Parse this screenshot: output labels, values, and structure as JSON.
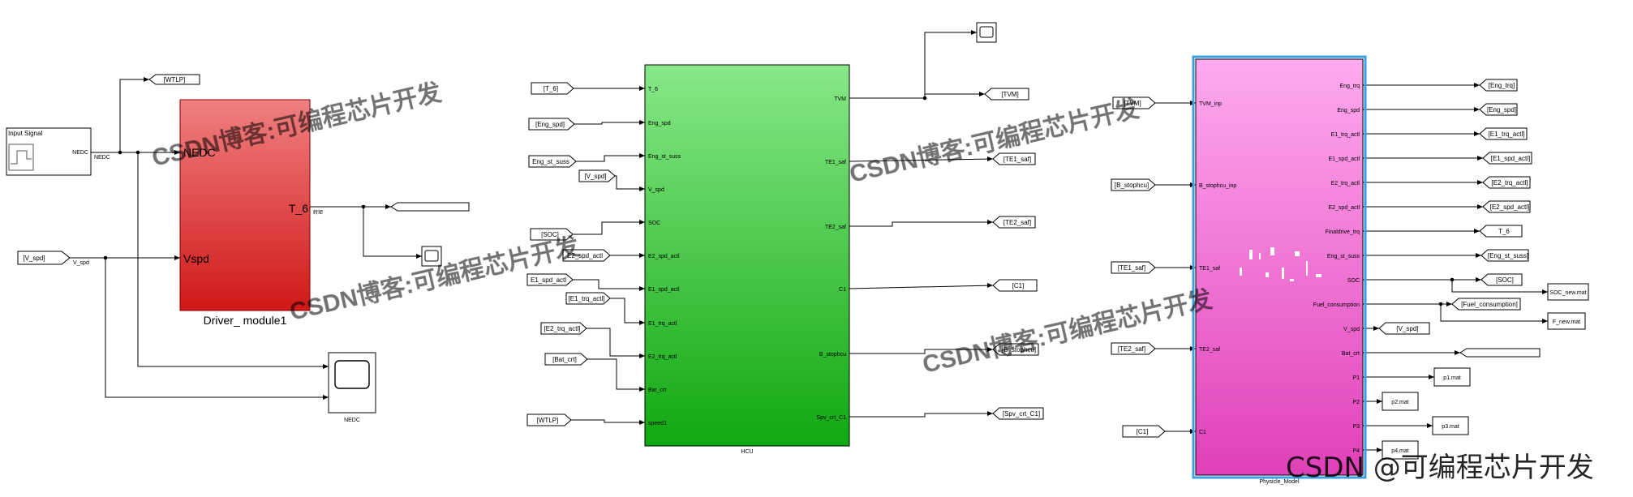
{
  "blocks": {
    "input_signal": {
      "title": "Input Signal",
      "out_port": "NEDC",
      "out_signal": "NEDC"
    },
    "driver": {
      "name": "Driver_ module1",
      "in_ports": [
        "NEDC",
        "Vspd"
      ],
      "out_port": "T_6",
      "out_signal": "转矩",
      "color": "#d81e1e"
    },
    "nedc_scope": {
      "name": "NEDC"
    },
    "hcu": {
      "name": "HCU",
      "color": "#2db92d",
      "in_ports": [
        "T_6",
        "Eng_spd",
        "Eng_st_suss",
        "V_spd",
        "SOC",
        "E2_spd_actl",
        "E1_spd_actl",
        "E1_trq_actl",
        "E2_trq_actl",
        "Bat_crt",
        "speed1"
      ],
      "out_ports": [
        "TVM",
        "TE1_saf",
        "TE2_saf",
        "C1",
        "B_stophcu",
        "Spv_crt_C1"
      ]
    },
    "physical": {
      "name": "Physicle_Model",
      "color": "#ee55cc",
      "in_ports": [
        "TVM_inp",
        "B_stophcu_inp",
        "TE1_saf",
        "TE2_saf",
        "C1"
      ],
      "out_ports": [
        "Eng_trq",
        "Eng_spd",
        "E1_trq_actl",
        "E1_spd_actl",
        "E2_trq_actl",
        "E2_spd_actl",
        "Finaldrive_trq",
        "Eng_st_suss",
        "SOC",
        "Fuel_consumption",
        "V_spd",
        "Bat_crt",
        "P1",
        "P2",
        "P3",
        "P4"
      ]
    }
  },
  "tags": {
    "driver_in": {
      "wtlp": "[WTLP]",
      "vspd": "[V_spd]",
      "vspd_signal": "V_spd"
    },
    "hcu_in": [
      "[T_6]",
      "[Eng_spd]",
      "Eng_st_suss",
      "[V_spd]",
      "[SOC]",
      "E2_spd_actl",
      "E1_spd_actl",
      "[E1_trq_actl]",
      "[E2_trq_actl]",
      "[Bat_crt]",
      "[WTLP]"
    ],
    "hcu_out": [
      "[TVM]",
      "[TE1_saf]",
      "[TE2_saf]",
      "[C1]",
      "[B_stophcu]",
      "[Spv_crt_C1]"
    ],
    "phys_in": [
      "[TVM]",
      "[B_stophcu]",
      "[TE1_saf]",
      "[TE2_saf]",
      "[C1]"
    ],
    "phys_out": [
      "[Eng_trq]",
      "[Eng_spd]",
      "[E1_trq_actl]",
      "[E1_spd_actl]",
      "[E2_trq_actl]",
      "[E2_spd_actl]",
      "T_6",
      "[Eng_st_suss]",
      "[SOC]",
      "[Fuel_consumption]",
      "[V_spd]"
    ]
  },
  "to_file": {
    "soc": "SOC_new.mat",
    "fuel": "F_new.mat",
    "p1": "p1.mat",
    "p2": "p2.mat",
    "p3": "p3.mat",
    "p4": "p4.mat"
  },
  "watermarks": {
    "diagonal": "CSDN博客:可编程芯片开发",
    "corner": "CSDN @可编程芯片开发"
  }
}
